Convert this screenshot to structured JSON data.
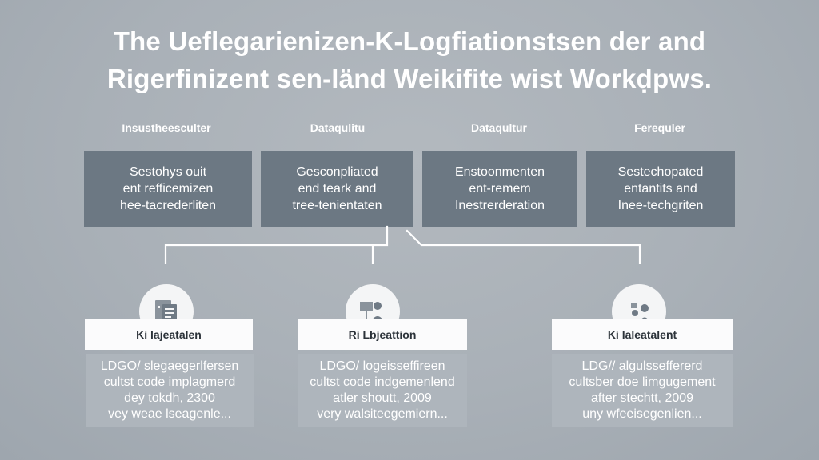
{
  "title": {
    "line1": "The Ueflegarienizen-K-Logfiationstsen der and",
    "line2": "Rigerfinizent sen-länd Weikifite wist Workḍpws."
  },
  "columns": [
    {
      "header": "Insustheesculter",
      "lines": [
        "Sestohys ouit",
        "ent refficemizen",
        "hee-tacrederliten"
      ]
    },
    {
      "header": "Dataqulitu",
      "lines": [
        "Gesconpliated",
        "end teark and",
        "tree-tenientaten"
      ]
    },
    {
      "header": "Dataqultur",
      "lines": [
        "Enstoonmenten",
        "ent-remem",
        "Inestrerderation"
      ]
    },
    {
      "header": "Ferequler",
      "lines": [
        "Sestechopated",
        "entantits and",
        "Inee-techgriten"
      ]
    }
  ],
  "cards": [
    {
      "icon": "document-icon",
      "label": "Ki lajeatalen",
      "lines": [
        "LDGO/ slegaegerlfersen",
        "cultst code implagmerd",
        "dey tokdh, 2300",
        "vey weae lseagenle..."
      ]
    },
    {
      "icon": "presenter-icon",
      "label": "Ri Lbjeattion",
      "lines": [
        "LDGO/ logeisseffireen",
        "cultst code indgemenlend",
        "atler shoutt, 2009",
        "very walsiteegemiern..."
      ]
    },
    {
      "icon": "team-icon",
      "label": "Ki laleatalent",
      "lines": [
        "LDG// algulsseffererd",
        "cultsber doe limgugement",
        "after stechtt, 2009",
        "uny wfeeisegenlien..."
      ]
    }
  ]
}
